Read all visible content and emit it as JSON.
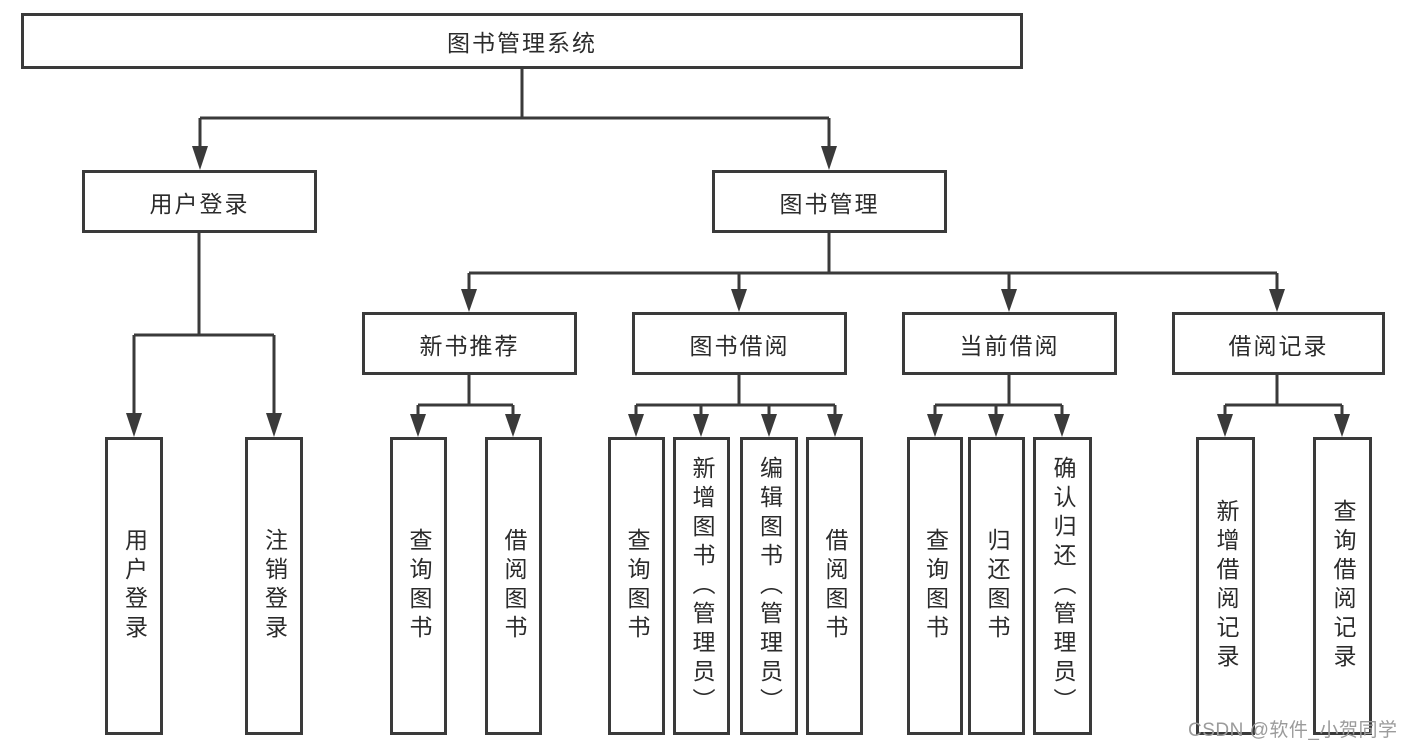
{
  "diagram": {
    "title": "图书管理系统",
    "root": {
      "label": "图书管理系统"
    },
    "level2": [
      {
        "label": "用户登录"
      },
      {
        "label": "图书管理"
      }
    ],
    "level3": [
      {
        "label": "新书推荐"
      },
      {
        "label": "图书借阅"
      },
      {
        "label": "当前借阅"
      },
      {
        "label": "借阅记录"
      }
    ],
    "level4": {
      "user_login": [
        {
          "label": "用户登录"
        },
        {
          "label": "注销登录"
        }
      ],
      "new_books": [
        {
          "label": "查询图书"
        },
        {
          "label": "借阅图书"
        }
      ],
      "borrowing": [
        {
          "label": "查询图书"
        },
        {
          "label": "新增图书（管理员）"
        },
        {
          "label": "编辑图书（管理员）"
        },
        {
          "label": "借阅图书"
        }
      ],
      "current": [
        {
          "label": "查询图书"
        },
        {
          "label": "归还图书"
        },
        {
          "label": "确认归还（管理员）"
        }
      ],
      "records": [
        {
          "label": "新增借阅记录"
        },
        {
          "label": "查询借阅记录"
        }
      ]
    },
    "watermark": "CSDN @软件_小贺同学",
    "colors": {
      "line": "#3a3a3a",
      "text": "#2b2b2b",
      "watermark": "#9b9b9b",
      "background": "#ffffff"
    }
  }
}
